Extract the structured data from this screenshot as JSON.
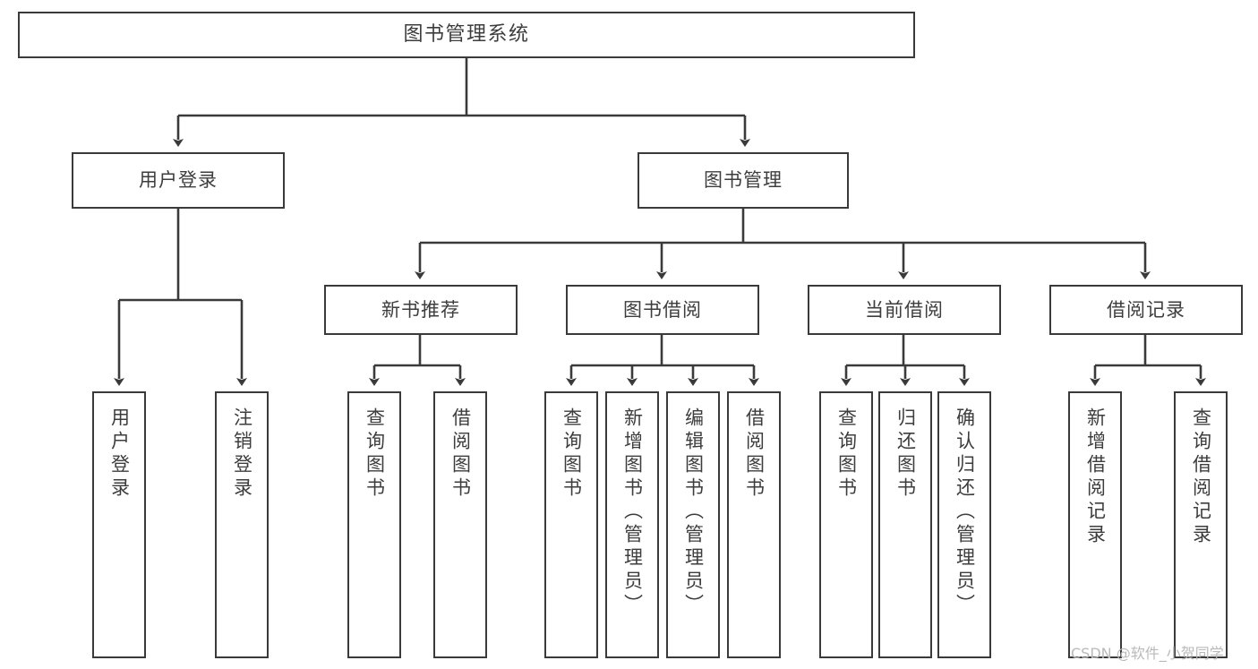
{
  "diagram": {
    "type": "tree-hierarchy-chart",
    "title_node": {
      "id": "root",
      "label": "图书管理系统"
    },
    "level1": [
      {
        "id": "user-login",
        "label": "用户登录"
      },
      {
        "id": "book-mgmt",
        "label": "图书管理"
      }
    ],
    "level2": [
      {
        "id": "new-book-rec",
        "label": "新书推荐",
        "parent": "book-mgmt"
      },
      {
        "id": "book-borrow",
        "label": "图书借阅",
        "parent": "book-mgmt"
      },
      {
        "id": "current-borrow",
        "label": "当前借阅",
        "parent": "book-mgmt"
      },
      {
        "id": "borrow-record",
        "label": "借阅记录",
        "parent": "book-mgmt"
      }
    ],
    "leaves": [
      {
        "id": "leaf-user-login",
        "label": "用户登录",
        "parent": "user-login"
      },
      {
        "id": "leaf-logout",
        "label": "注销登录",
        "parent": "user-login"
      },
      {
        "id": "leaf-query-book-1",
        "label": "查询图书",
        "parent": "new-book-rec"
      },
      {
        "id": "leaf-borrow-book-1",
        "label": "借阅图书",
        "parent": "new-book-rec"
      },
      {
        "id": "leaf-query-book-2",
        "label": "查询图书",
        "parent": "book-borrow"
      },
      {
        "id": "leaf-add-book",
        "label": "新增图书（管理员）",
        "parent": "book-borrow"
      },
      {
        "id": "leaf-edit-book",
        "label": "编辑图书（管理员）",
        "parent": "book-borrow"
      },
      {
        "id": "leaf-borrow-book-2",
        "label": "借阅图书",
        "parent": "book-borrow"
      },
      {
        "id": "leaf-query-book-3",
        "label": "查询图书",
        "parent": "current-borrow"
      },
      {
        "id": "leaf-return-book",
        "label": "归还图书",
        "parent": "current-borrow"
      },
      {
        "id": "leaf-confirm-return",
        "label": "确认归还（管理员）",
        "parent": "current-borrow"
      },
      {
        "id": "leaf-add-record",
        "label": "新增借阅记录",
        "parent": "borrow-record"
      },
      {
        "id": "leaf-query-record",
        "label": "查询借阅记录",
        "parent": "borrow-record"
      }
    ]
  },
  "watermark": {
    "text": "CSDN @软件_小贺同学"
  },
  "colors": {
    "stroke": "#3a3a3a",
    "text": "#3d3d3d",
    "background": "#ffffff",
    "watermark": "#b9b9b9"
  }
}
